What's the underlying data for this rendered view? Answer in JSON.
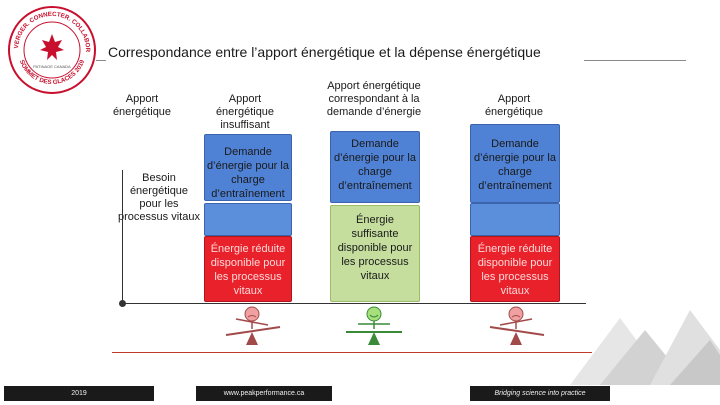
{
  "logo": {
    "ring_top": "CONVERGER. CONNECTER. COLLABORER.",
    "ring_bottom": "SOMMET DES GLACES 2019",
    "brand": "PATINAGE CANADA",
    "color": "#c8102e"
  },
  "title": "Correspondance entre l’apport énergétique et la dépense énergétique",
  "labels": {
    "col1": "Apport énergétique",
    "col2": "Apport énergétique insuffisant",
    "col3": "Apport énergétique correspondant à la demande d’énergie",
    "col4": "Apport énergétique",
    "besoin": "Besoin énergétique pour les processus vitaux"
  },
  "bars": {
    "demand2": "Demande d’énergie pour la charge d’entraînement",
    "reduced2": "Énergie réduite disponible pour les processus vitaux",
    "demand3": "Demande d’énergie pour la charge d’entraînement",
    "sufficient3": "Énergie suffisante disponible pour les processus vitaux",
    "demand4": "Demande d’énergie pour la charge d’entraînement",
    "reduced4": "Énergie réduite disponible pour les processus vitaux"
  },
  "footer": {
    "year": "2019",
    "url": "www.peakperformance.ca",
    "slogan": "Bridging science into practice"
  },
  "colors": {
    "demand": "#4f81d4",
    "reduced": "#e8212b",
    "sufficient": "#c5de9e"
  }
}
